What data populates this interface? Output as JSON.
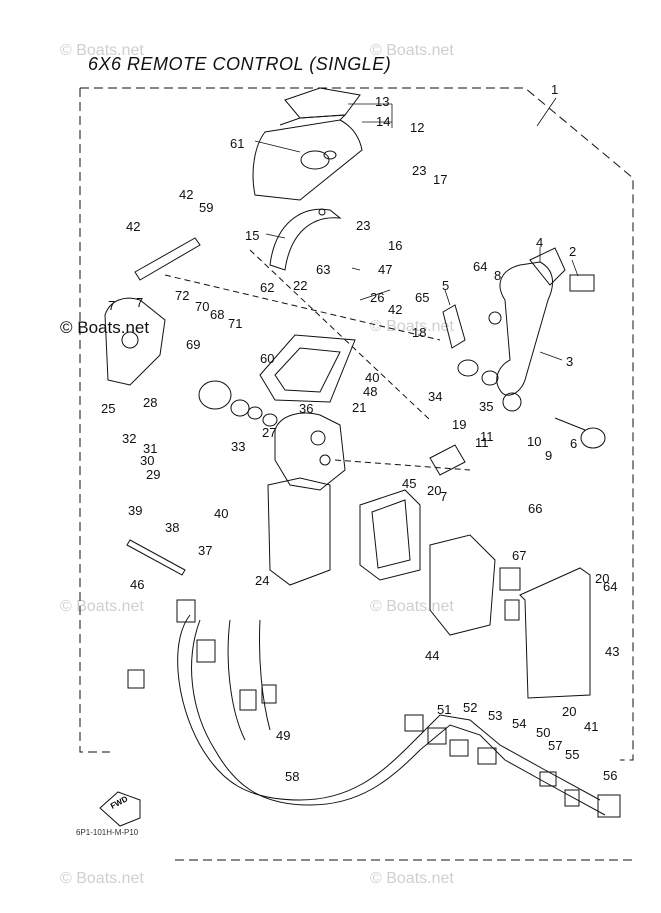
{
  "title": "6X6 REMOTE CONTROL (SINGLE)",
  "ref_code": "6P1-101H-M-P10",
  "watermark": "© Boats.net",
  "fwd_label": "FWD",
  "callouts": [
    {
      "n": "1"
    },
    {
      "n": "2"
    },
    {
      "n": "3"
    },
    {
      "n": "4"
    },
    {
      "n": "5"
    },
    {
      "n": "6"
    },
    {
      "n": "7"
    },
    {
      "n": "7"
    },
    {
      "n": "7"
    },
    {
      "n": "8"
    },
    {
      "n": "9"
    },
    {
      "n": "10"
    },
    {
      "n": "11"
    },
    {
      "n": "11"
    },
    {
      "n": "12"
    },
    {
      "n": "13"
    },
    {
      "n": "14"
    },
    {
      "n": "15"
    },
    {
      "n": "16"
    },
    {
      "n": "17"
    },
    {
      "n": "18"
    },
    {
      "n": "19"
    },
    {
      "n": "20"
    },
    {
      "n": "20"
    },
    {
      "n": "20"
    },
    {
      "n": "21"
    },
    {
      "n": "22"
    },
    {
      "n": "23"
    },
    {
      "n": "23"
    },
    {
      "n": "24"
    },
    {
      "n": "25"
    },
    {
      "n": "26"
    },
    {
      "n": "27"
    },
    {
      "n": "28"
    },
    {
      "n": "29"
    },
    {
      "n": "30"
    },
    {
      "n": "31"
    },
    {
      "n": "32"
    },
    {
      "n": "33"
    },
    {
      "n": "34"
    },
    {
      "n": "35"
    },
    {
      "n": "36"
    },
    {
      "n": "37"
    },
    {
      "n": "38"
    },
    {
      "n": "39"
    },
    {
      "n": "40"
    },
    {
      "n": "40"
    },
    {
      "n": "41"
    },
    {
      "n": "42"
    },
    {
      "n": "42"
    },
    {
      "n": "42"
    },
    {
      "n": "43"
    },
    {
      "n": "44"
    },
    {
      "n": "45"
    },
    {
      "n": "46"
    },
    {
      "n": "47"
    },
    {
      "n": "48"
    },
    {
      "n": "49"
    },
    {
      "n": "50"
    },
    {
      "n": "51"
    },
    {
      "n": "52"
    },
    {
      "n": "53"
    },
    {
      "n": "54"
    },
    {
      "n": "55"
    },
    {
      "n": "56"
    },
    {
      "n": "57"
    },
    {
      "n": "58"
    },
    {
      "n": "59"
    },
    {
      "n": "60"
    },
    {
      "n": "61"
    },
    {
      "n": "62"
    },
    {
      "n": "63"
    },
    {
      "n": "64"
    },
    {
      "n": "64"
    },
    {
      "n": "65"
    },
    {
      "n": "66"
    },
    {
      "n": "67"
    },
    {
      "n": "68"
    },
    {
      "n": "69"
    },
    {
      "n": "70"
    },
    {
      "n": "71"
    },
    {
      "n": "72"
    }
  ]
}
